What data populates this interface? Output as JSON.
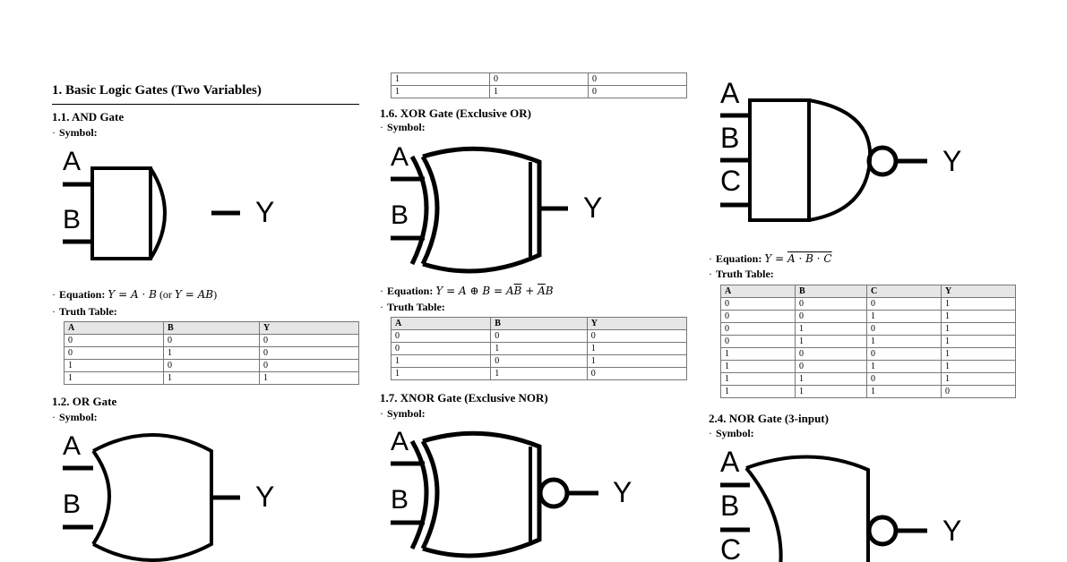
{
  "col1": {
    "section_title": "1. Basic Logic Gates (Two Variables)",
    "and": {
      "title": "1.1. AND Gate",
      "symbol_label": "Symbol:",
      "inputs": [
        "A",
        "B"
      ],
      "output": "Y",
      "equation_label": "Equation:",
      "equation_or": "(or",
      "equation_close": ")",
      "truth_label": "Truth Table:",
      "headers": [
        "A",
        "B",
        "Y"
      ],
      "rows": [
        [
          "0",
          "0",
          "0"
        ],
        [
          "0",
          "1",
          "0"
        ],
        [
          "1",
          "0",
          "0"
        ],
        [
          "1",
          "1",
          "1"
        ]
      ]
    },
    "or": {
      "title": "1.2. OR Gate",
      "symbol_label": "Symbol:",
      "inputs": [
        "A",
        "B"
      ],
      "output": "Y"
    }
  },
  "col2": {
    "prev_rows": [
      [
        "1",
        "0",
        "0"
      ],
      [
        "1",
        "1",
        "0"
      ]
    ],
    "xor": {
      "title": "1.6. XOR Gate (Exclusive OR)",
      "symbol_label": "Symbol:",
      "inputs": [
        "A",
        "B"
      ],
      "output": "Y",
      "equation_label": "Equation:",
      "truth_label": "Truth Table:",
      "headers": [
        "A",
        "B",
        "Y"
      ],
      "rows": [
        [
          "0",
          "0",
          "0"
        ],
        [
          "0",
          "1",
          "1"
        ],
        [
          "1",
          "0",
          "1"
        ],
        [
          "1",
          "1",
          "0"
        ]
      ]
    },
    "xnor": {
      "title": "1.7. XNOR Gate (Exclusive NOR)",
      "symbol_label": "Symbol:",
      "inputs": [
        "A",
        "B"
      ],
      "output": "Y"
    }
  },
  "col3": {
    "nand3": {
      "inputs": [
        "A",
        "B",
        "C"
      ],
      "output": "Y",
      "equation_label": "Equation:",
      "truth_label": "Truth Table:",
      "headers": [
        "A",
        "B",
        "C",
        "Y"
      ],
      "rows": [
        [
          "0",
          "0",
          "0",
          "1"
        ],
        [
          "0",
          "0",
          "1",
          "1"
        ],
        [
          "0",
          "1",
          "0",
          "1"
        ],
        [
          "0",
          "1",
          "1",
          "1"
        ],
        [
          "1",
          "0",
          "0",
          "1"
        ],
        [
          "1",
          "0",
          "1",
          "1"
        ],
        [
          "1",
          "1",
          "0",
          "1"
        ],
        [
          "1",
          "1",
          "1",
          "0"
        ]
      ]
    },
    "nor3": {
      "title": "2.4. NOR Gate (3-input)",
      "symbol_label": "Symbol:",
      "inputs": [
        "A",
        "B",
        "C"
      ],
      "output": "Y"
    }
  }
}
